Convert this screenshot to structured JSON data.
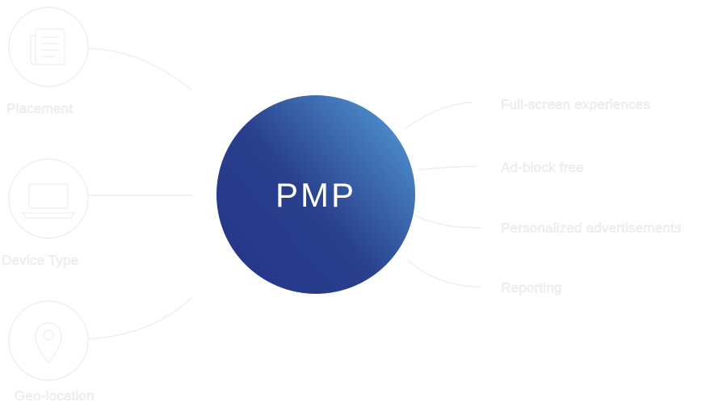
{
  "hub": {
    "label": "PMP",
    "gradient_start": "#27388a",
    "gradient_end": "#4a86c6"
  },
  "left_nodes": [
    {
      "label": "Placement",
      "icon": "newspaper-icon"
    },
    {
      "label": "Device Type",
      "icon": "laptop-icon"
    },
    {
      "label": "Geo-location",
      "icon": "map-pin-icon"
    }
  ],
  "right_items": [
    {
      "label": "Full-screen experiences"
    },
    {
      "label": "Ad-block free"
    },
    {
      "label": "Personalized advertisements"
    },
    {
      "label": "Reporting"
    }
  ],
  "colors": {
    "ghost_text": "#f3f3f3",
    "ghost_line": "#eeeeee",
    "background": "#ffffff"
  }
}
